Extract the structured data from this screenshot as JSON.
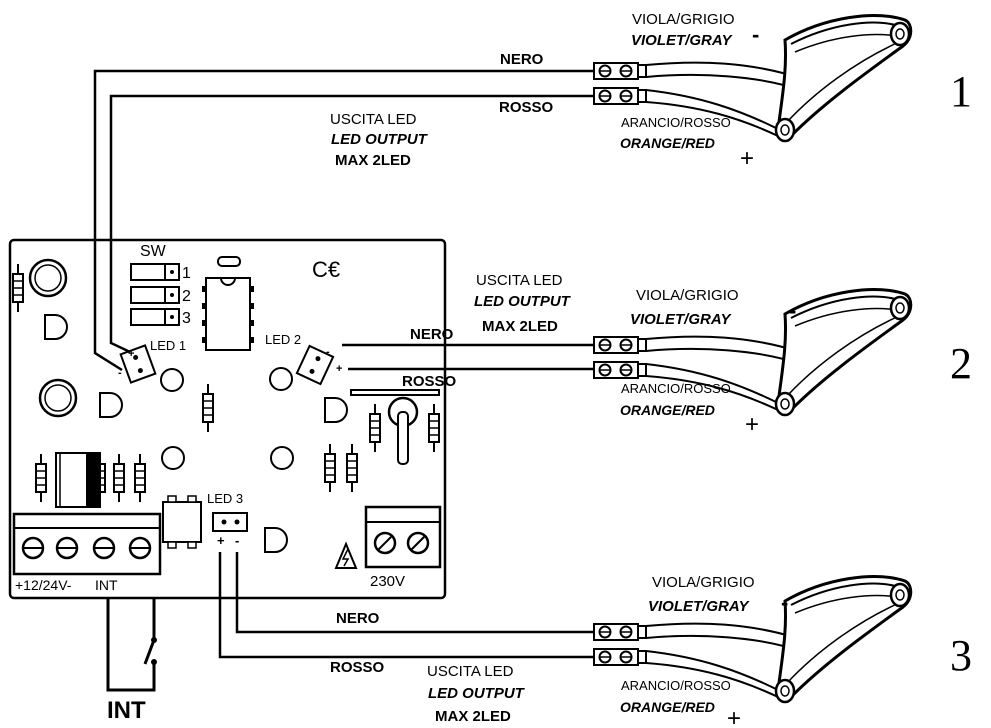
{
  "board": {
    "sw_label": "SW",
    "sw_numbers": [
      "1",
      "2",
      "3"
    ],
    "ce_mark": "C€",
    "led1_label": "LED 1",
    "led2_label": "LED 2",
    "led3_label": "LED 3",
    "led3_plus": "+",
    "led3_minus": "-",
    "conn_plus": "+",
    "conn_minus": "-",
    "power_label": "+12/24V-",
    "int_label": "INT",
    "mains_label": "230V"
  },
  "switch_label": "INT",
  "groups": [
    {
      "number": "1",
      "nero": "NERO",
      "rosso": "ROSSO",
      "output_it": "USCITA LED",
      "output_en": "LED OUTPUT",
      "output_max": "MAX 2LED",
      "neg_it": "VIOLA/GRIGIO",
      "neg_en": "VIOLET/GRAY",
      "neg_sign": "-",
      "pos_it": "ARANCIO/ROSSO",
      "pos_en": "ORANGE/RED",
      "pos_sign": "+"
    },
    {
      "number": "2",
      "nero": "NERO",
      "rosso": "ROSSO",
      "output_it": "USCITA LED",
      "output_en": "LED OUTPUT",
      "output_max": "MAX 2LED",
      "neg_it": "VIOLA/GRIGIO",
      "neg_en": "VIOLET/GRAY",
      "neg_sign": "-",
      "pos_it": "ARANCIO/ROSSO",
      "pos_en": "ORANGE/RED",
      "pos_sign": "+"
    },
    {
      "number": "3",
      "nero": "NERO",
      "rosso": "ROSSO",
      "output_it": "USCITA LED",
      "output_en": "LED OUTPUT",
      "output_max": "MAX 2LED",
      "neg_it": "VIOLA/GRIGIO",
      "neg_en": "VIOLET/GRAY",
      "neg_sign": "-",
      "pos_it": "ARANCIO/ROSSO",
      "pos_en": "ORANGE/RED",
      "pos_sign": "+"
    }
  ]
}
